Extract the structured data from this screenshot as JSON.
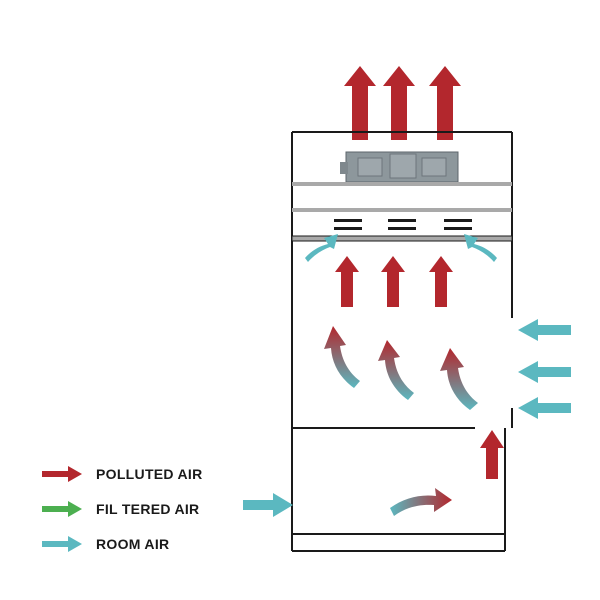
{
  "legend": {
    "items": [
      {
        "label": "POLLUTED AIR",
        "color": "#b3272d"
      },
      {
        "label": "FIL TERED AIR",
        "color": "#4caf50"
      },
      {
        "label": "ROOM AIR",
        "color": "#5bb8c0"
      }
    ]
  },
  "colors": {
    "polluted": "#b3272d",
    "filtered": "#4caf50",
    "room": "#5bb8c0",
    "cabinet_outline": "#1a1a1a"
  },
  "icons": [
    "exhaust-arrow",
    "blower-fan",
    "filter-slots",
    "room-air-arrow",
    "polluted-air-arrow",
    "mixing-air-arrow"
  ]
}
